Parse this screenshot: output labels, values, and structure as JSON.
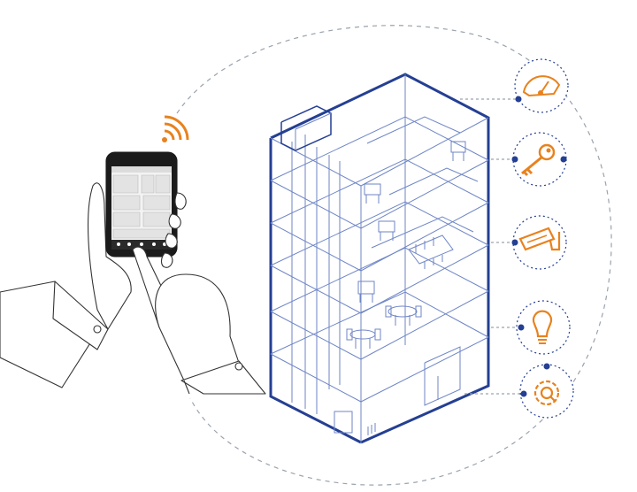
{
  "phone": {
    "signal_label": "",
    "wifi_icon": "wifi-icon"
  },
  "services": [
    {
      "name": "energy-meter",
      "icon": "gauge-icon"
    },
    {
      "name": "access-control",
      "icon": "key-icon"
    },
    {
      "name": "video-surveillance",
      "icon": "cctv-camera-icon"
    },
    {
      "name": "lighting",
      "icon": "lightbulb-icon"
    },
    {
      "name": "settings",
      "icon": "gear-icon"
    }
  ],
  "colors": {
    "accent": "#e8821e",
    "building": "#243f93",
    "building_light": "#6f86c6",
    "dashed": "#9aa3ad",
    "hand_line": "#333333"
  }
}
